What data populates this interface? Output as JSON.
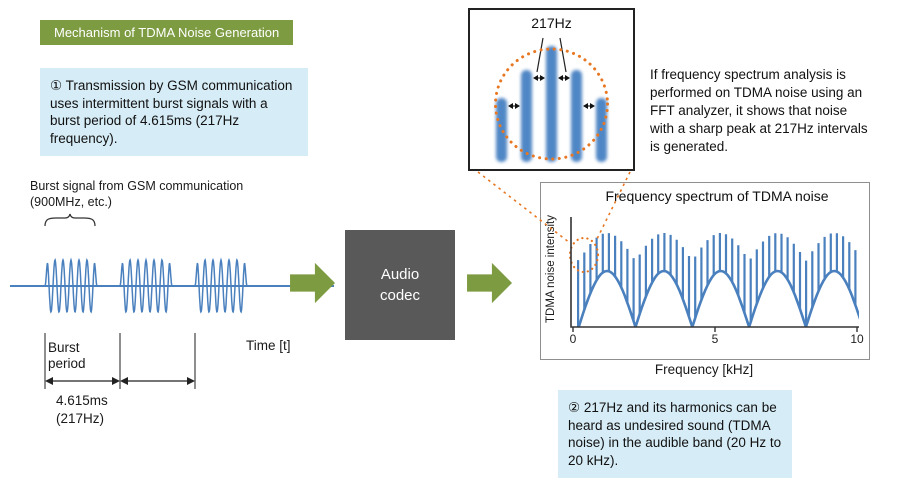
{
  "colors": {
    "accent_green": "#7d9b40",
    "note_blue": "#d6ecf6",
    "wave_blue": "#4a80be",
    "codec_gray": "#595959",
    "highlight_orange": "#e87722"
  },
  "header": {
    "title": "Mechanism of TDMA Noise Generation"
  },
  "step1_note": {
    "text": "① Transmission by GSM communication uses intermittent burst signals with a burst period of 4.615ms (217Hz frequency)."
  },
  "burst_diagram": {
    "signal_label": "Burst signal from GSM communication (900MHz, etc.)",
    "burst_period_label": "Burst period",
    "time_label": "Time [t]",
    "period_value": "4.615ms",
    "period_freq": "(217Hz)"
  },
  "codec_box": {
    "label": "Audio codec"
  },
  "zoom_panel": {
    "interval_label": "217Hz"
  },
  "fft_note": {
    "text": "If frequency spectrum analysis is performed on TDMA noise using an FFT analyzer, it shows that noise with a sharp peak at 217Hz intervals is generated."
  },
  "spectrum_chart": {
    "title": "Frequency spectrum of TDMA noise",
    "ylabel": "TDMA noise intensity",
    "xlabel": "Frequency [kHz]",
    "xticks": [
      "0",
      "5",
      "10"
    ]
  },
  "step2_note": {
    "text": "② 217Hz and its harmonics can be heard as undesired sound (TDMA noise) in the audible band (20 Hz to 20 kHz)."
  },
  "chart_data": {
    "type": "line",
    "title": "Frequency spectrum of TDMA noise",
    "xlabel": "Frequency [kHz]",
    "ylabel": "TDMA noise intensity",
    "xlim": [
      0,
      10
    ],
    "xticks": [
      0,
      5,
      10
    ],
    "peak_interval_khz": 0.217,
    "envelope_lobe_width_khz": 2,
    "description": "Comb spectrum of TDMA noise: sharp peaks repeating at 217Hz intervals beneath arched envelope lobes; the first peaks near 0 kHz are circled and magnified in the inset panel."
  }
}
